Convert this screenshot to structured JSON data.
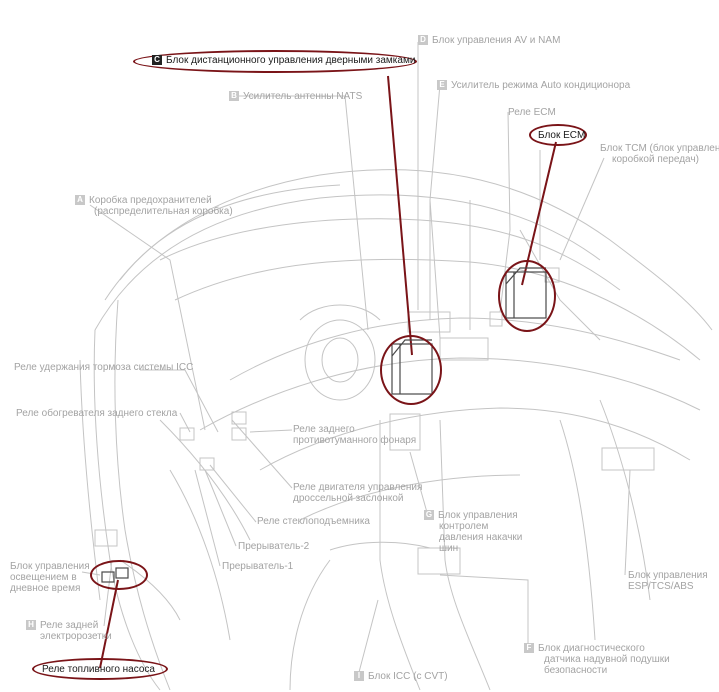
{
  "labels": {
    "A": {
      "letter": "A",
      "lines": [
        "Коробка предохранителей",
        "(распределительная коробка)"
      ]
    },
    "B": {
      "letter": "B",
      "text": "Усилитель антенны NATS"
    },
    "C": {
      "letter": "C",
      "text": "Блок дистанционного управления дверными замками"
    },
    "D": {
      "letter": "D",
      "text": "Блок управления AV и NAM"
    },
    "E": {
      "letter": "E",
      "text": "Усилитель режима Auto кондиционора"
    },
    "F": {
      "letter": "F",
      "lines": [
        "Блок диагностического",
        "датчика надувной подушки",
        "безопасности"
      ]
    },
    "G": {
      "letter": "G",
      "lines": [
        "Блок управления",
        "контролем",
        "давления накачки",
        "шин"
      ]
    },
    "H": {
      "letter": "H",
      "lines": [
        "Реле задней",
        "электророзетки"
      ]
    },
    "I": {
      "letter": "I",
      "text": "Блок ICC (с CVT)"
    },
    "ecm_relay": "Реле ECM",
    "ecm_block": "Блок ECM",
    "tcm": [
      "Блок TCM (блок управления",
      "коробкой передач)"
    ],
    "icc_brake_relay": "Реле удержания тормоза системы ICC",
    "rear_defog_relay": "Реле обогревателя заднего стекла",
    "rear_fog_relay": [
      "Реле заднего",
      "противотуманного фонаря"
    ],
    "throttle_relay": [
      "Реле двигателя управления",
      "дроссельной заслонкой"
    ],
    "wiper_relay": "Реле стеклоподъемника",
    "breaker2": "Прерыватель-2",
    "breaker1": "Прерыватель-1",
    "drl": [
      "Блок управления",
      "освещением в",
      "дневное время"
    ],
    "fuel_pump": "Реле топливного насоса",
    "esp": [
      "Блок управления",
      "ESP/TCS/ABS"
    ]
  },
  "colors": {
    "line": "#c4c4c4",
    "highlight": "#7a1418",
    "dark_text": "#1a1a1a",
    "muted_text": "#a3a3a3"
  }
}
